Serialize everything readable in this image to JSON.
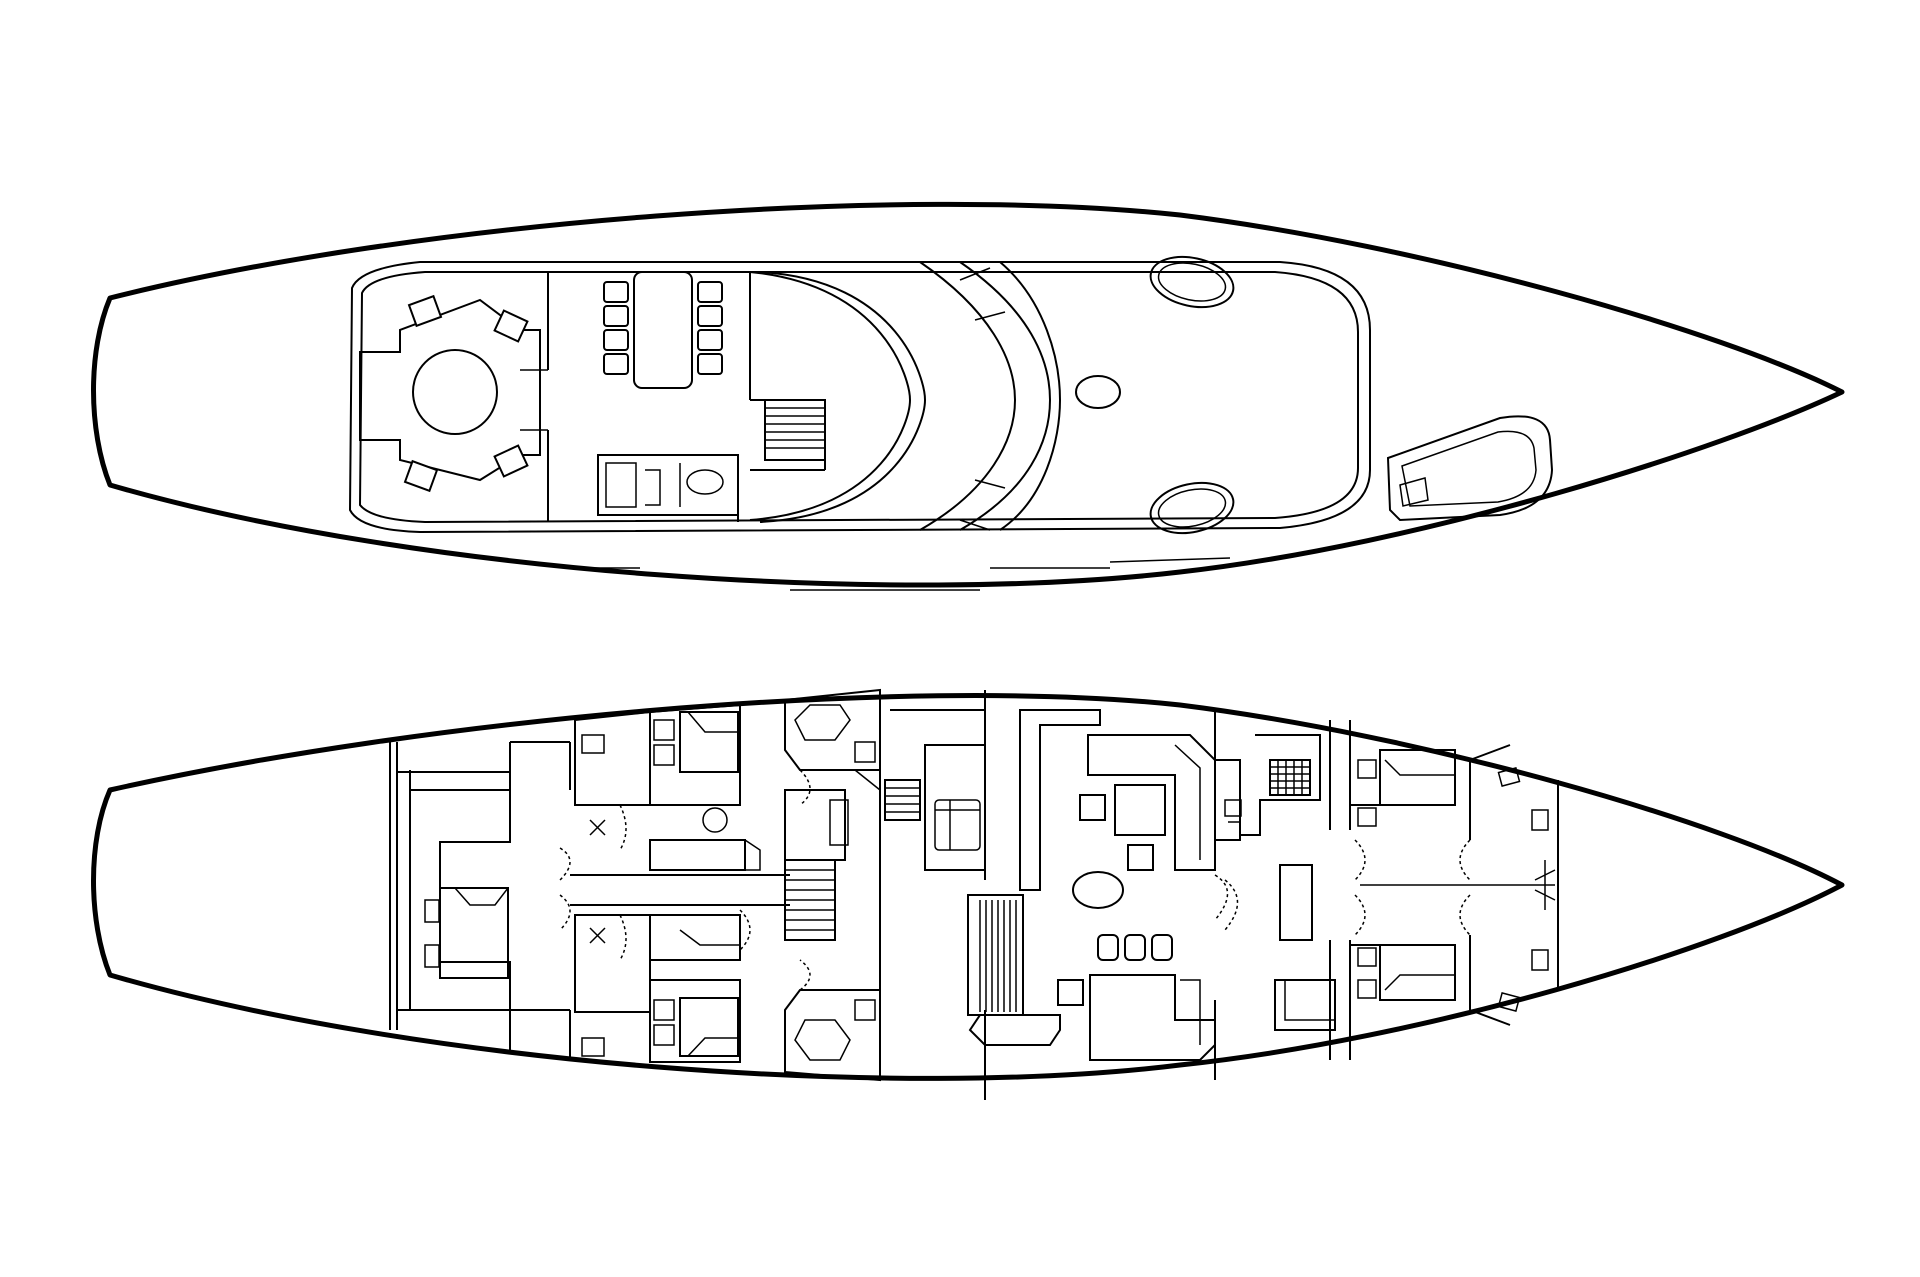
{
  "diagram": {
    "colors": {
      "line": "#000000",
      "background": "#ffffff"
    },
    "views": [
      {
        "id": "upper-deck",
        "kind": "deck-plan"
      },
      {
        "id": "lower-deck",
        "kind": "deck-plan"
      }
    ]
  }
}
